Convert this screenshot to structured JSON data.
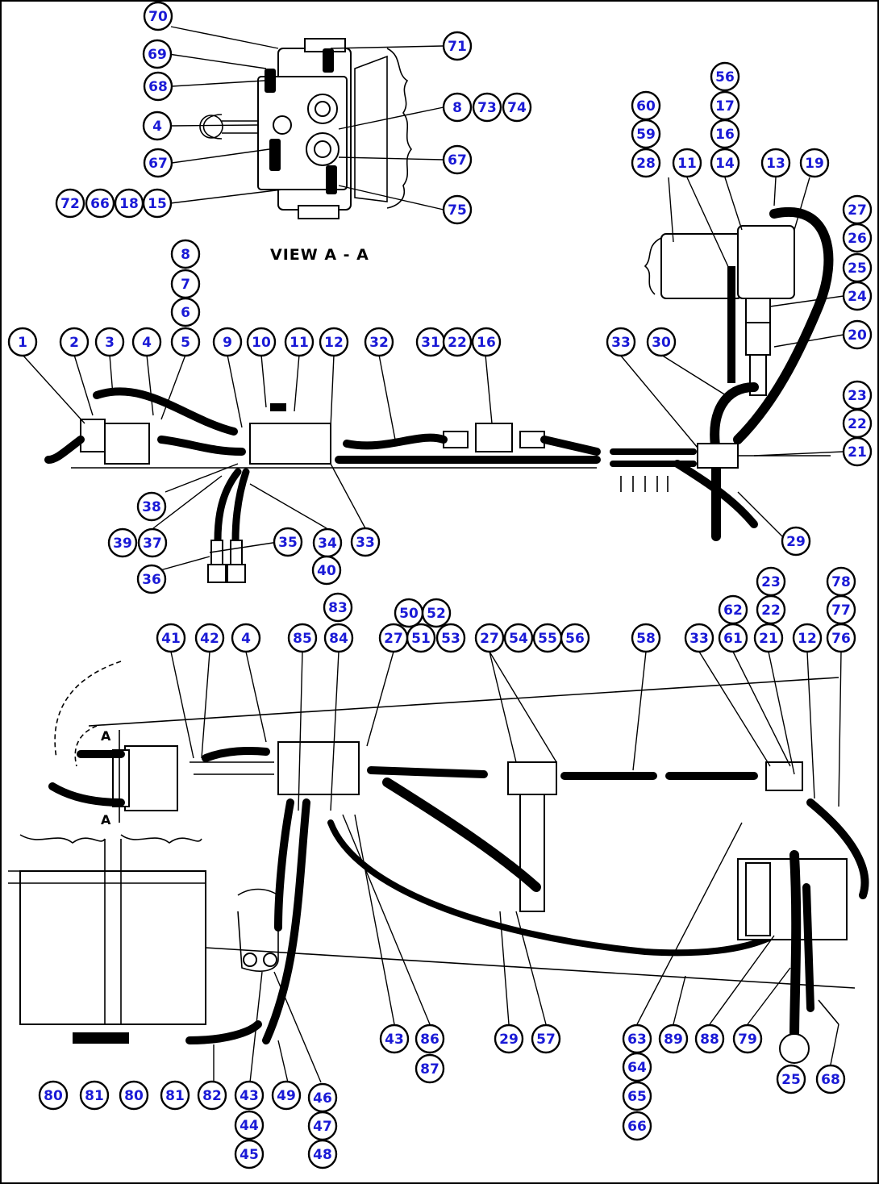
{
  "diagram": {
    "view_label": "VIEW A - A",
    "section_marks": [
      "A",
      "A"
    ],
    "colors": {
      "callout_text": "#1a1ad6",
      "line": "#000000",
      "background": "#ffffff"
    },
    "callouts": [
      "70",
      "69",
      "68",
      "4",
      "67",
      "72",
      "66",
      "18",
      "15",
      "71",
      "8",
      "73",
      "74",
      "67",
      "75",
      "56",
      "17",
      "16",
      "14",
      "60",
      "59",
      "28",
      "11",
      "13",
      "19",
      "27",
      "26",
      "25",
      "24",
      "20",
      "23",
      "22",
      "21",
      "29",
      "33",
      "30",
      "8",
      "7",
      "6",
      "5",
      "1",
      "2",
      "3",
      "4",
      "9",
      "10",
      "11",
      "12",
      "32",
      "31",
      "22",
      "16",
      "38",
      "39",
      "37",
      "36",
      "35",
      "34",
      "40",
      "33",
      "83",
      "50",
      "52",
      "51",
      "53",
      "41",
      "42",
      "4",
      "85",
      "84",
      "27",
      "27",
      "54",
      "55",
      "56",
      "58",
      "33",
      "62",
      "61",
      "23",
      "22",
      "21",
      "12",
      "78",
      "77",
      "76",
      "80",
      "81",
      "80",
      "81",
      "82",
      "43",
      "44",
      "45",
      "49",
      "46",
      "47",
      "48",
      "43",
      "86",
      "87",
      "29",
      "57",
      "63",
      "64",
      "65",
      "66",
      "89",
      "88",
      "79",
      "25",
      "68"
    ]
  }
}
